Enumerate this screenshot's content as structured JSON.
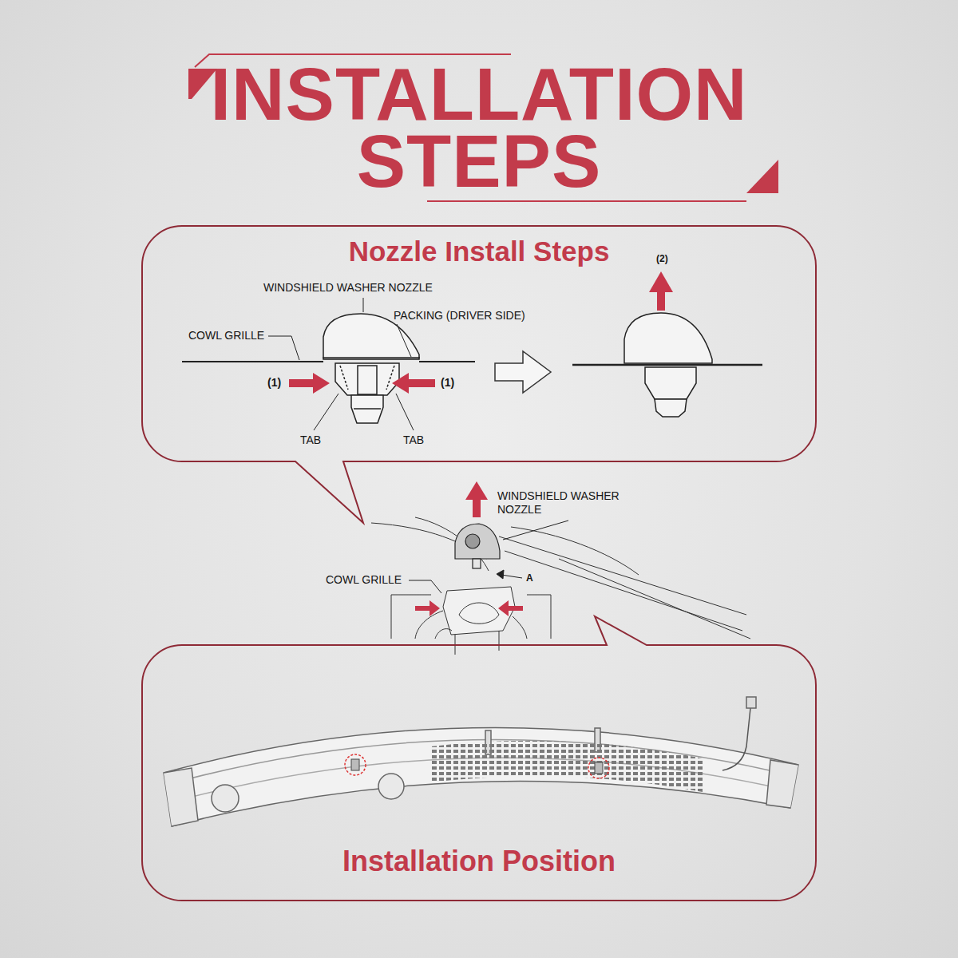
{
  "diagram": {
    "title": "INSTALLATION STEPS",
    "nodes": [
      {
        "text": [
          "Nozzle Install Steps"
        ]
      },
      {
        "text": [
          "Installation Position"
        ]
      }
    ],
    "labels": [
      "WINDSHIELD WASHER NOZZLE",
      "PACKING (DRIVER SIDE)",
      "COWL GRILLE",
      "(1)",
      "(1)",
      "TAB",
      "TAB",
      "(2)",
      "WINDSHIELD WASHER NOZZLE",
      "COWL GRILLE",
      "A"
    ]
  }
}
